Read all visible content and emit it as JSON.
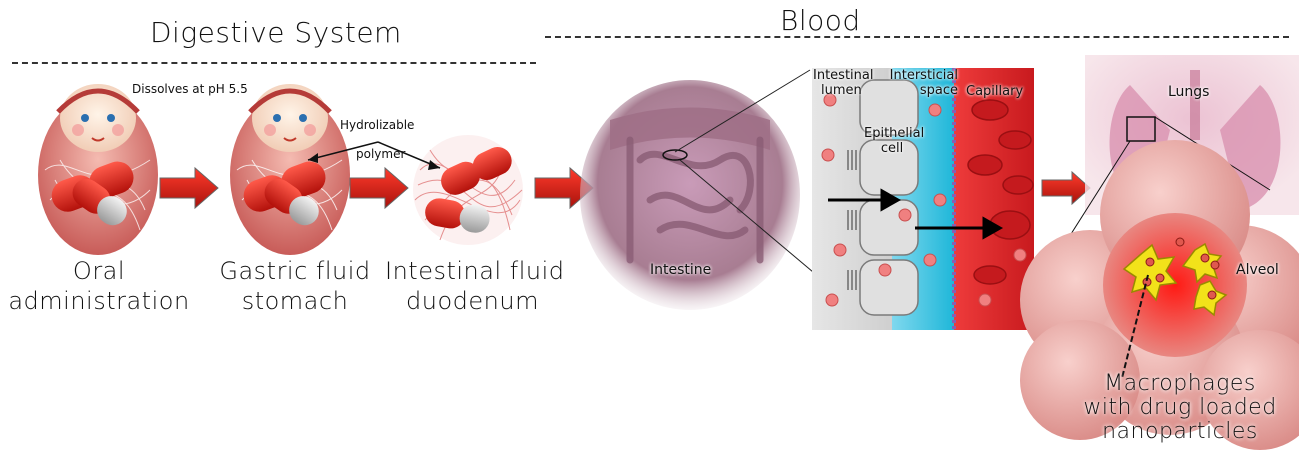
{
  "sections": {
    "digestive_title": "Digestive System",
    "blood_title": "Blood"
  },
  "stages": {
    "oral": [
      "Oral",
      "administration"
    ],
    "gastric": [
      "Gastric fluid",
      "stomach"
    ],
    "intestinal": [
      "Intestinal fluid",
      "duodenum"
    ]
  },
  "annotations": {
    "dissolves": "Dissolves at pH 5.5",
    "hydrolizable_1": "Hydrolizable",
    "hydrolizable_2": "polymer",
    "intestine": "Intestine",
    "intestinal_lumen_1": "Intestinal",
    "intestinal_lumen_2": "lumen",
    "intersticial_1": "Intersticial",
    "intersticial_2": "space",
    "capillary": "Capillary",
    "epithelial_1": "Epithelial",
    "epithelial_2": "cell",
    "lungs": "Lungs",
    "alveol": "Alveol",
    "macrophages": [
      "Macrophages",
      "with drug loaded",
      "nanoparticles"
    ]
  },
  "colors": {
    "arrow_red": "#d81b12",
    "capsule_red": "#e01a12",
    "doll_pink": "#d96b6b",
    "lumen_blue": "#2ec8e6",
    "blood_red": "#e4242a",
    "alveoli_pink": "#e9a0a0",
    "particle_yellow": "#f2e21a"
  },
  "icons": [
    "matryoshka-doll-icon",
    "capsule-icon",
    "polymer-mesh-icon",
    "intestine-illustration",
    "lungs-illustration",
    "red-flow-arrow-icon"
  ]
}
